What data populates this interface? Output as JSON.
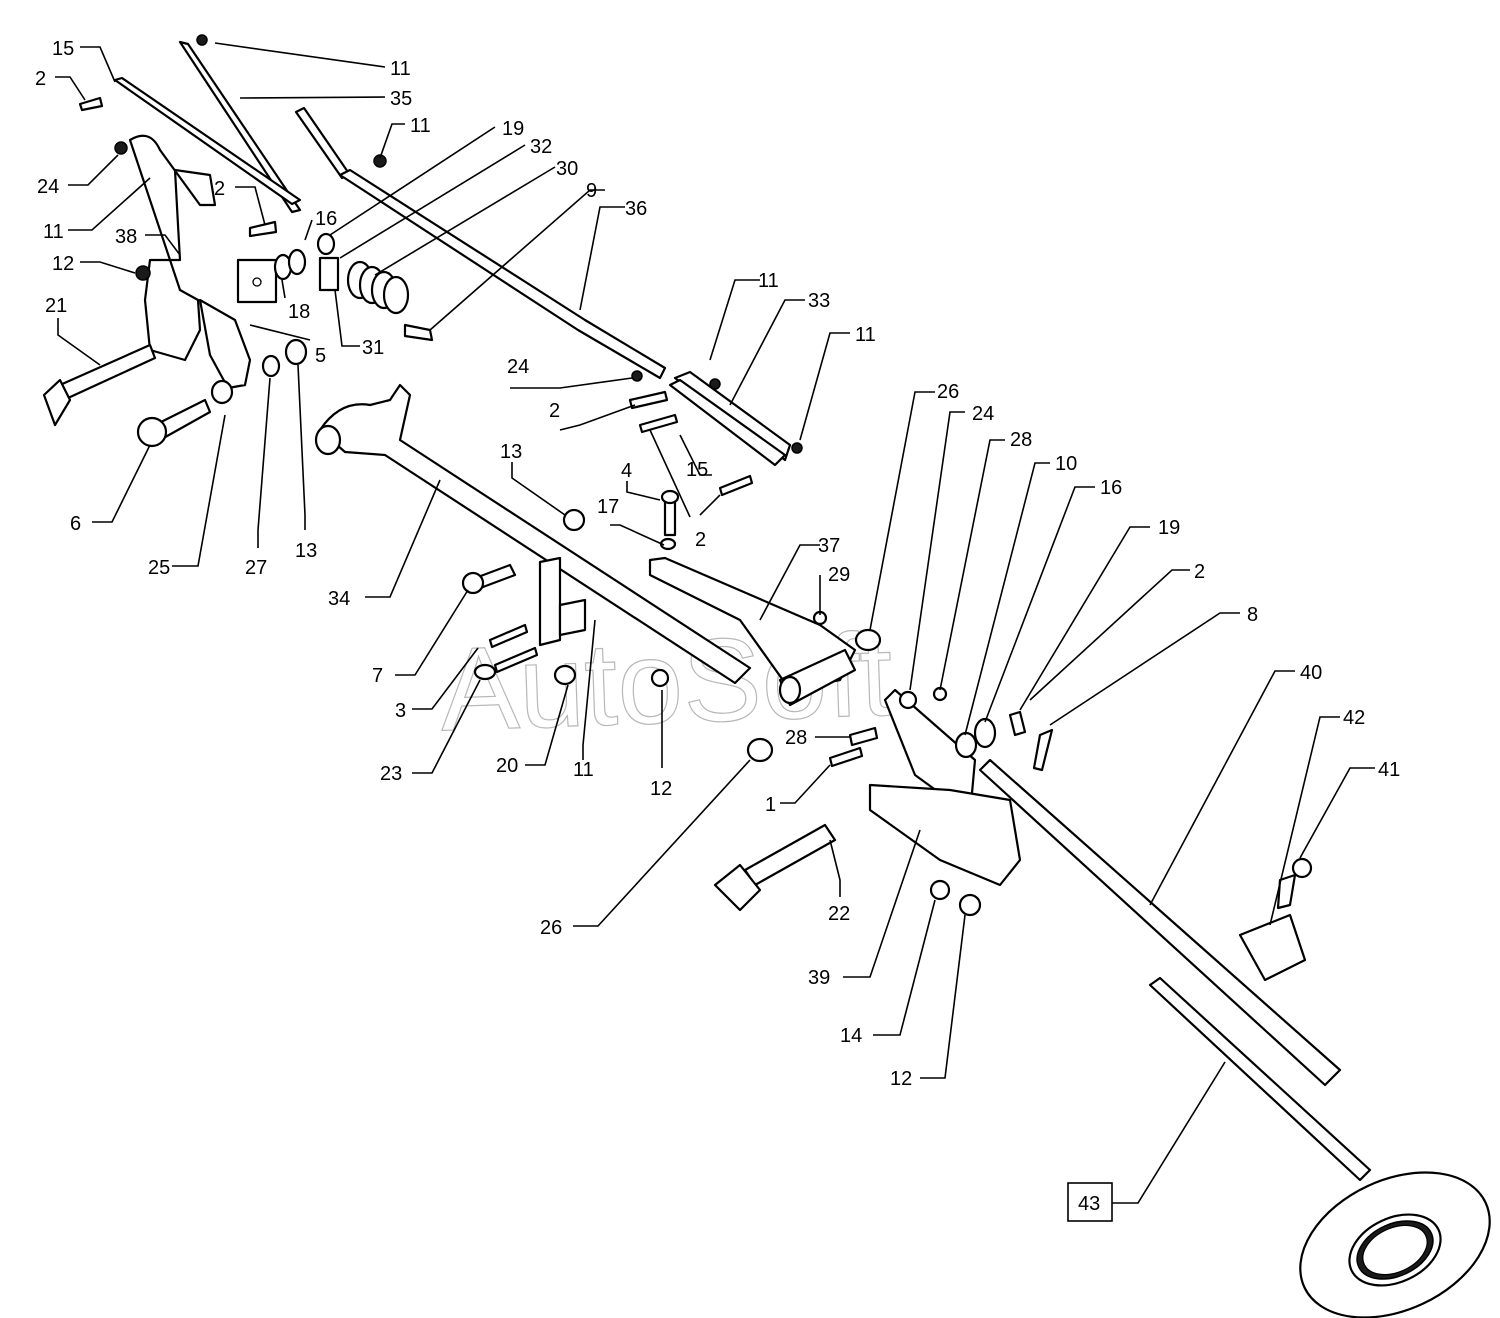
{
  "watermark": "AutoSoft",
  "callouts": [
    {
      "label": "15"
    },
    {
      "label": "2"
    },
    {
      "label": "11"
    },
    {
      "label": "35"
    },
    {
      "label": "11"
    },
    {
      "label": "24"
    },
    {
      "label": "2"
    },
    {
      "label": "11"
    },
    {
      "label": "16"
    },
    {
      "label": "19"
    },
    {
      "label": "32"
    },
    {
      "label": "30"
    },
    {
      "label": "9"
    },
    {
      "label": "36"
    },
    {
      "label": "38"
    },
    {
      "label": "12"
    },
    {
      "label": "18"
    },
    {
      "label": "31"
    },
    {
      "label": "5"
    },
    {
      "label": "21"
    },
    {
      "label": "6"
    },
    {
      "label": "25"
    },
    {
      "label": "27"
    },
    {
      "label": "13"
    },
    {
      "label": "11"
    },
    {
      "label": "33"
    },
    {
      "label": "11"
    },
    {
      "label": "24"
    },
    {
      "label": "2"
    },
    {
      "label": "15"
    },
    {
      "label": "13"
    },
    {
      "label": "4"
    },
    {
      "label": "17"
    },
    {
      "label": "2"
    },
    {
      "label": "34"
    },
    {
      "label": "37"
    },
    {
      "label": "29"
    },
    {
      "label": "26"
    },
    {
      "label": "24"
    },
    {
      "label": "28"
    },
    {
      "label": "10"
    },
    {
      "label": "16"
    },
    {
      "label": "19"
    },
    {
      "label": "2"
    },
    {
      "label": "8"
    },
    {
      "label": "40"
    },
    {
      "label": "42"
    },
    {
      "label": "41"
    },
    {
      "label": "7"
    },
    {
      "label": "3"
    },
    {
      "label": "23"
    },
    {
      "label": "20"
    },
    {
      "label": "11"
    },
    {
      "label": "12"
    },
    {
      "label": "28"
    },
    {
      "label": "1"
    },
    {
      "label": "26"
    },
    {
      "label": "22"
    },
    {
      "label": "39"
    },
    {
      "label": "14"
    },
    {
      "label": "12"
    },
    {
      "label": "43"
    }
  ]
}
